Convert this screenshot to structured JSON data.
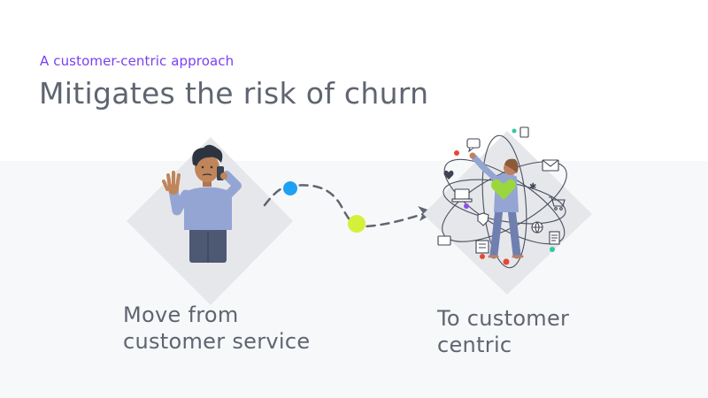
{
  "slide": {
    "eyebrow": "A customer-centric approach",
    "title": "Mitigates the risk of churn"
  },
  "left_panel": {
    "caption_line1": "Move from",
    "caption_line2": "customer service"
  },
  "right_panel": {
    "caption_line1": "To customer",
    "caption_line2": "centric"
  },
  "colors": {
    "eyebrow": "#7a3ff2",
    "heading_text": "#5f6570",
    "diamond": "#e6e7ea",
    "start_dot": "#1da1f2",
    "end_dot": "#d4f03a",
    "person_shirt": "#94a5d4",
    "person_jeans": "#4d5972",
    "heart": "#9ad63e"
  },
  "icons": [
    "phone-icon",
    "email-icon",
    "chat-icon",
    "cart-icon",
    "laptop-icon",
    "heart-icon",
    "document-icon",
    "globe-icon",
    "shield-icon"
  ]
}
